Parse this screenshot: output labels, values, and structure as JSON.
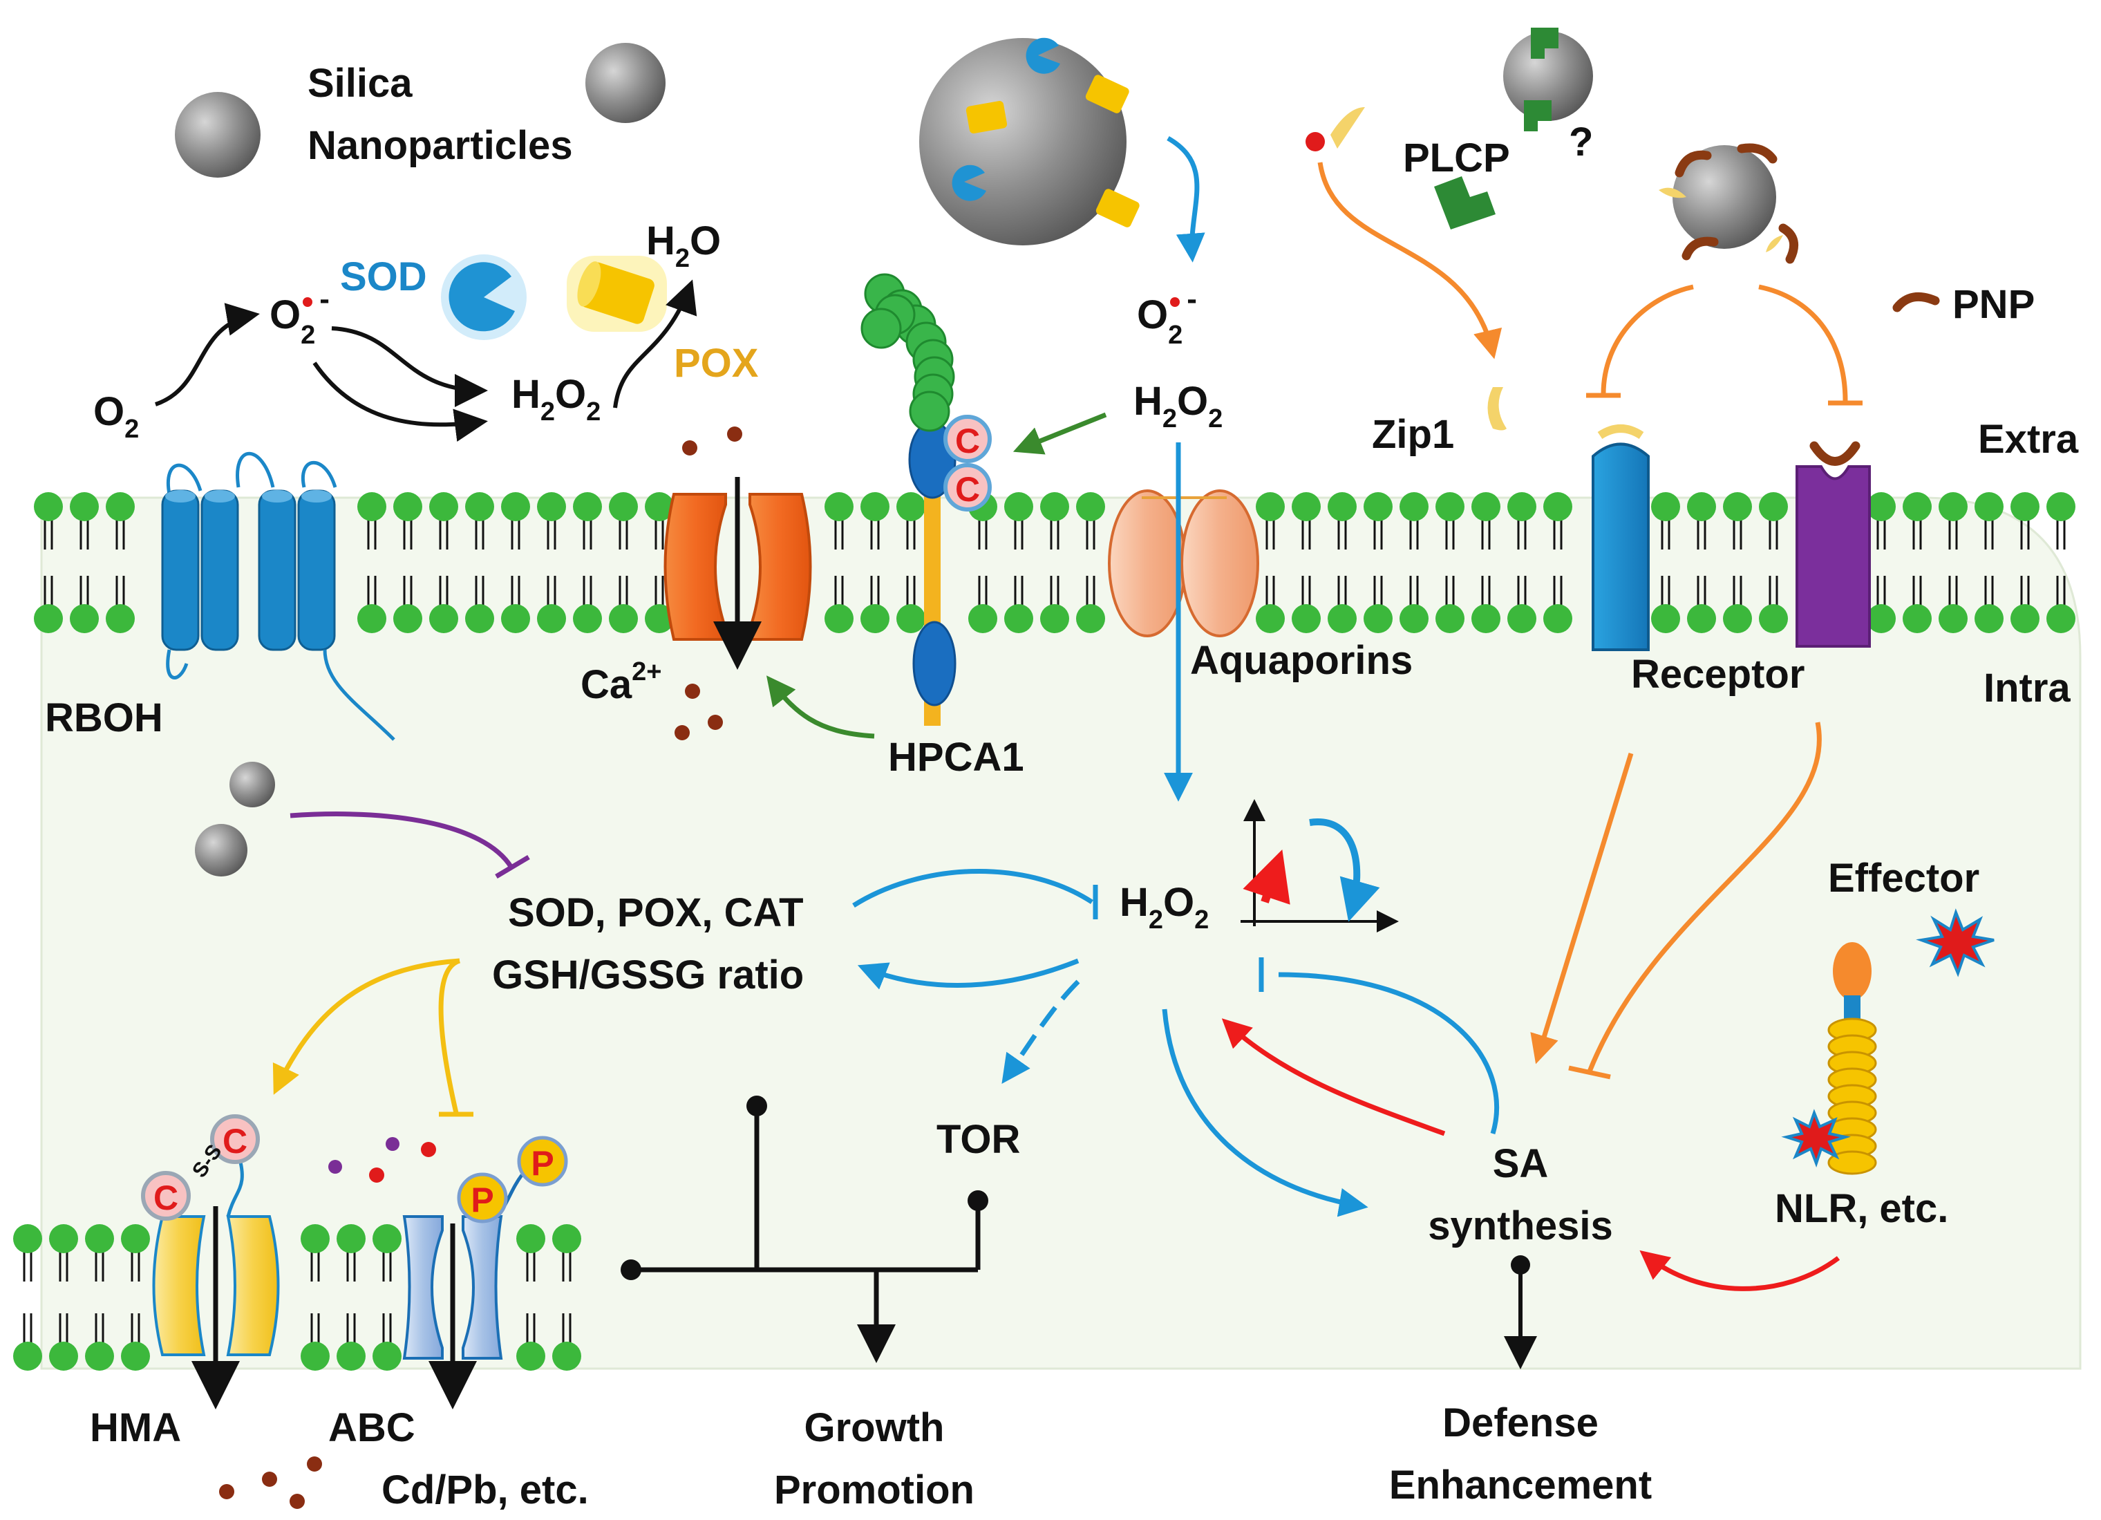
{
  "labels": {
    "silica": "Silica",
    "nanoparticles": "Nanoparticles",
    "sod": "SOD",
    "h2o_h": "H",
    "h2o_2": "2",
    "h2o_o": "O",
    "o2_o": "O",
    "o2_2": "2",
    "superoxide_o": "O",
    "superoxide_2": "2",
    "superoxide_minus": "-",
    "h2o2_h": "H",
    "h2o2_2a": "2",
    "h2o2_o": "O",
    "h2o2_2b": "2",
    "pox": "POX",
    "plcp": "PLCP",
    "question": "?",
    "pnp": "PNP",
    "zip1": "Zip1",
    "extra": "Extra",
    "intra": "Intra",
    "rboh": "RBOH",
    "ca_base": "Ca",
    "ca_sup": "2+",
    "hpca1": "HPCA1",
    "aquaporins": "Aquaporins",
    "receptor": "Receptor",
    "effector": "Effector",
    "antioxidants": "SOD, POX,  CAT",
    "gsh_ratio": "GSH/GSSG ratio",
    "tor": "TOR",
    "sa_line1": "SA",
    "sa_line2": "synthesis",
    "nlr": "NLR, etc.",
    "hma": "HMA",
    "abc": "ABC",
    "cdpb": "Cd/Pb, etc.",
    "growth1": "Growth",
    "growth2": "Promotion",
    "defense1": "Defense",
    "defense2": "Enhancement",
    "cys": "C",
    "phos": "P",
    "disulfide": "S-S"
  },
  "colors": {
    "cell_fill": "#f3f8ee",
    "lipid_head": "#3cb83c",
    "rboh": "#1b87c8",
    "calcium_channel": "#f26a22",
    "aquaporin": "#f4b08b",
    "hpca1": "#1a6ec0",
    "receptor_blue": "#1b8fd0",
    "receptor_purple": "#7b2f9c",
    "hma": "#f7d24a",
    "abc": "#a7c2e6",
    "ros_arrow": "#1b95d8",
    "receptor_arrow": "#f58a2d",
    "pathogen_arrow": "#ee1c1c",
    "hpca_arrow": "#3a8a2d",
    "silica_inhibit": "#7a2e96",
    "metal_arrow": "#f3bf12",
    "pox_label": "#e4a51c",
    "sod_label": "#1b87c8",
    "nanoparticle": "#8a8a8a"
  },
  "icons": [
    "silica-nanoparticle",
    "sod-enzyme",
    "pox-enzyme",
    "plcp-protein",
    "pnp-peptide",
    "zip1-peptide",
    "effector-star",
    "cysteine-badge",
    "phosphate-badge"
  ]
}
